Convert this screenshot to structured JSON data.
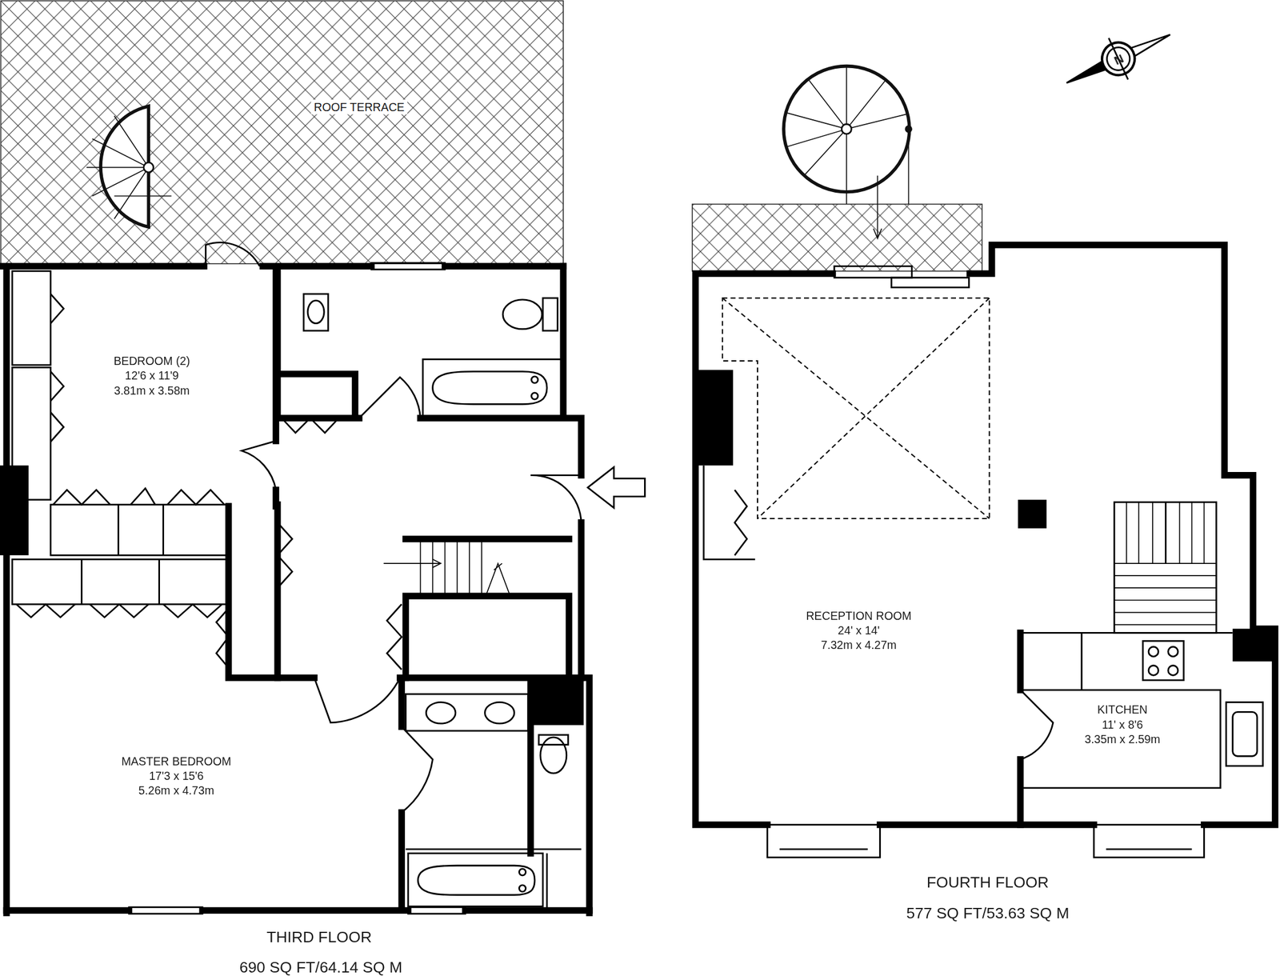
{
  "diagram": {
    "nodes": [
      {
        "text": [
          "ROOF TERRACE"
        ]
      },
      {
        "text": [
          "BEDROOM (2)",
          "12'6 x 11'9",
          "3.81m x 3.58m"
        ]
      },
      {
        "text": [
          "MASTER BEDROOM",
          "17'3 x 15'6",
          "5.26m x 4.73m"
        ]
      },
      {
        "text": [
          "RECEPTION ROOM",
          "24' x 14'",
          "7.32m x 4.27m"
        ]
      },
      {
        "text": [
          "KITCHEN",
          "11' x 8'6",
          "3.35m x 2.59m"
        ]
      }
    ],
    "labels": [
      "THIRD FLOOR",
      "690 SQ FT/64.14 SQ M",
      "FOURTH FLOOR",
      "577 SQ FT/53.63 SQ M",
      "N"
    ]
  }
}
